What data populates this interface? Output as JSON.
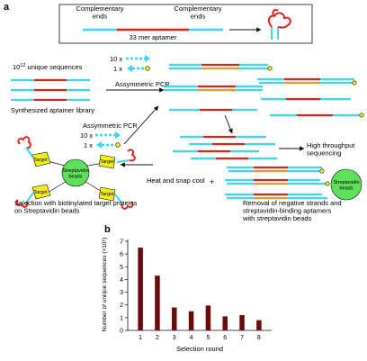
{
  "panel_a": {
    "label": "a",
    "inset": {
      "left_ends": "Complementary\nends",
      "right_ends": "Complementary\nends",
      "aptamer_length": "33 mer aptamer"
    },
    "library_sup": "12",
    "library_text": "10",
    "library_suffix": " unique sequences",
    "library_caption": "Synthesized aptamer library",
    "primer_10x": "10 x",
    "primer_1x": "1 x",
    "pcr_top": "Assymmetric PCR",
    "pcr_left": "Assymmetric PCR",
    "primer2_10x": "10 x",
    "primer2_1x": "1 x",
    "hts": "High throughput\nsequencing",
    "heat": "Heat and snap cool",
    "plus": "+",
    "strep_label": "Streptavidin\nbeads",
    "target_label": "Target",
    "selection_caption": "Selection with biotinylated target proteins\non Streptavidin beads",
    "removal_caption": "Removal of negative strands and\nstreptavidin-binding aptamers\nwith streptavidin beads"
  },
  "panel_b": {
    "label": "b"
  },
  "colors": {
    "cyan": "#3fd6ee",
    "red": "#d8261e",
    "orange": "#e89a2c",
    "yellow": "#f2ec1f",
    "green": "#5fe05a",
    "bar": "#6b0a0a"
  },
  "chart_data": {
    "type": "bar",
    "title": "",
    "xlabel": "Selection round",
    "ylabel": "Number of unique sequences (×10⁶)",
    "categories": [
      "1",
      "2",
      "3",
      "4",
      "5",
      "6",
      "7",
      "8"
    ],
    "values": [
      6.5,
      4.3,
      1.8,
      1.5,
      1.95,
      1.1,
      1.2,
      0.8
    ],
    "ylim": [
      0,
      7
    ],
    "yticks": [
      0,
      1,
      2,
      3,
      4,
      5,
      6,
      7
    ],
    "grid": false
  }
}
